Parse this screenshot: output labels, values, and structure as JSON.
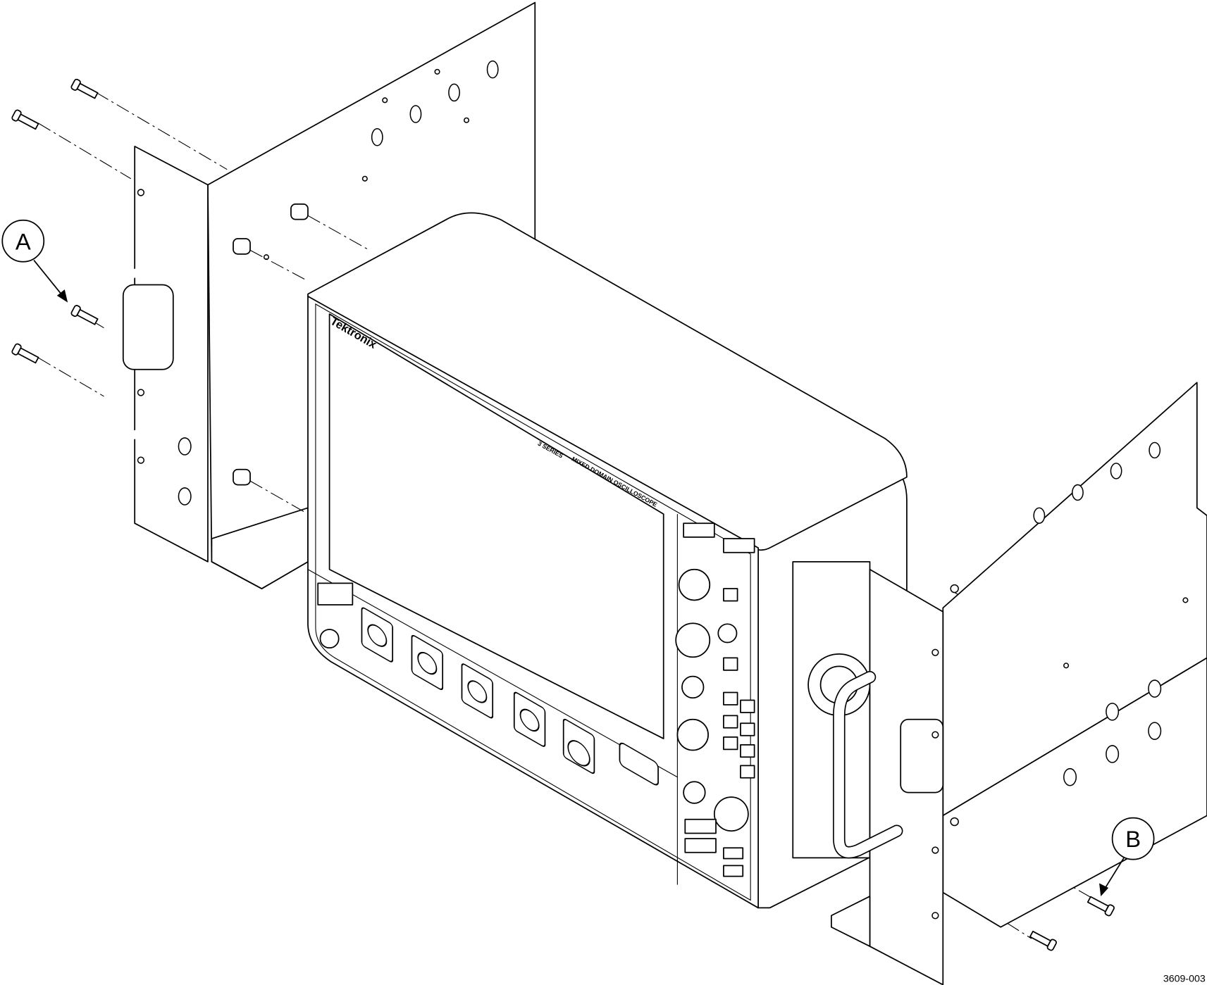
{
  "callouts": {
    "a": "A",
    "b": "B"
  },
  "instrument": {
    "brand": "Tektronix",
    "series": "3 SERIES",
    "model": "MIXED DOMAIN OSCILLOSCOPE"
  },
  "figure_number": "3609-003"
}
